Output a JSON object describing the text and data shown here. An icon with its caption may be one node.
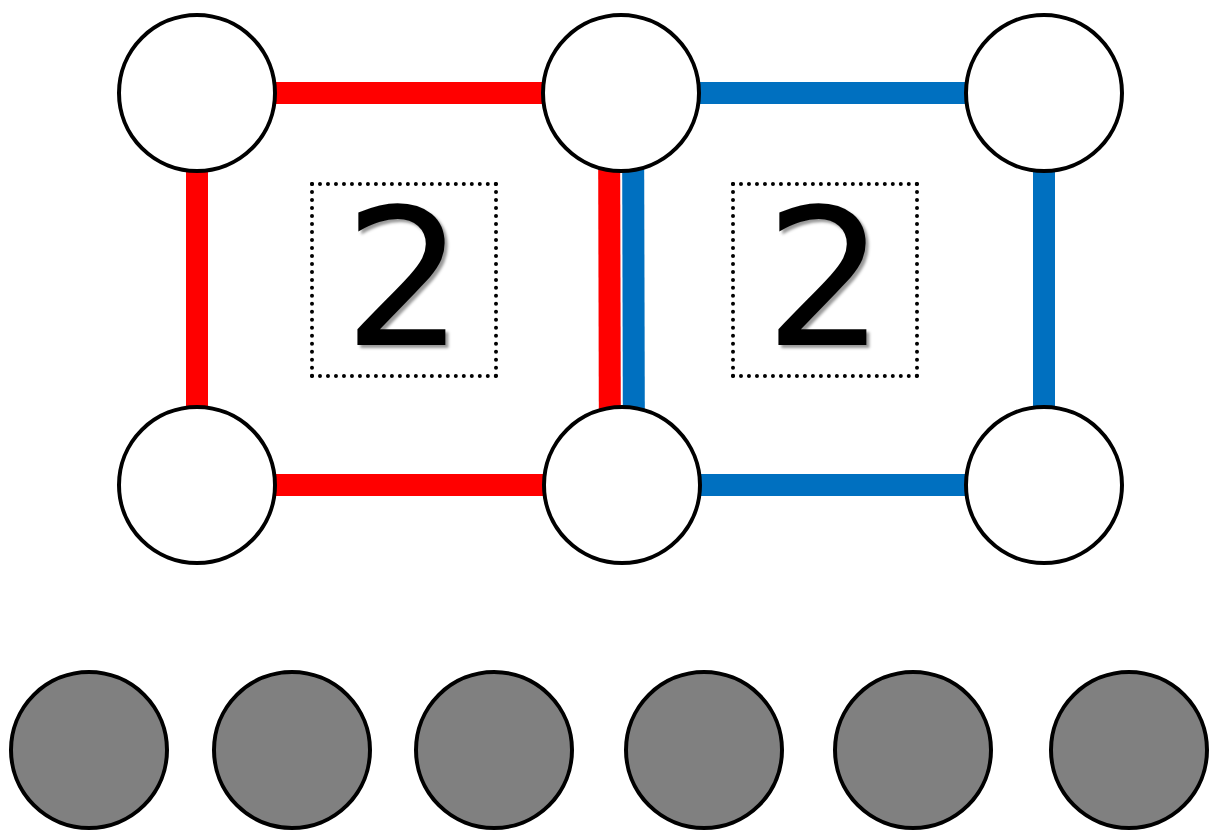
{
  "diagram": {
    "nodes": [
      {
        "text": [],
        "shape": "circle"
      },
      {
        "text": [],
        "shape": "circle"
      },
      {
        "text": [],
        "shape": "circle"
      },
      {
        "text": [
          "2"
        ]
      },
      {
        "text": [
          "2"
        ]
      },
      {
        "text": [],
        "shape": "circle"
      },
      {
        "text": [],
        "shape": "circle"
      },
      {
        "text": [],
        "shape": "circle"
      },
      {
        "text": [],
        "shape": "circle"
      },
      {
        "text": [],
        "shape": "circle"
      },
      {
        "text": [],
        "shape": "circle"
      },
      {
        "text": [],
        "shape": "circle"
      },
      {
        "text": [],
        "shape": "circle"
      },
      {
        "text": [],
        "shape": "circle"
      }
    ],
    "edges": [
      {
        "from": 0,
        "to": 1,
        "arrow": "none",
        "color": "#ff0000"
      },
      {
        "from": 1,
        "to": 2,
        "arrow": "none",
        "color": "#0070c0"
      },
      {
        "from": 0,
        "to": 5,
        "arrow": "none",
        "color": "#ff0000"
      },
      {
        "from": 1,
        "to": 6,
        "arrow": "none",
        "color": "#ff0000"
      },
      {
        "from": 1,
        "to": 6,
        "arrow": "none",
        "color": "#0070c0"
      },
      {
        "from": 2,
        "to": 7,
        "arrow": "none",
        "color": "#0070c0"
      },
      {
        "from": 5,
        "to": 6,
        "arrow": "none",
        "color": "#ff0000"
      },
      {
        "from": 6,
        "to": 7,
        "arrow": "none",
        "color": "#0070c0"
      }
    ]
  }
}
